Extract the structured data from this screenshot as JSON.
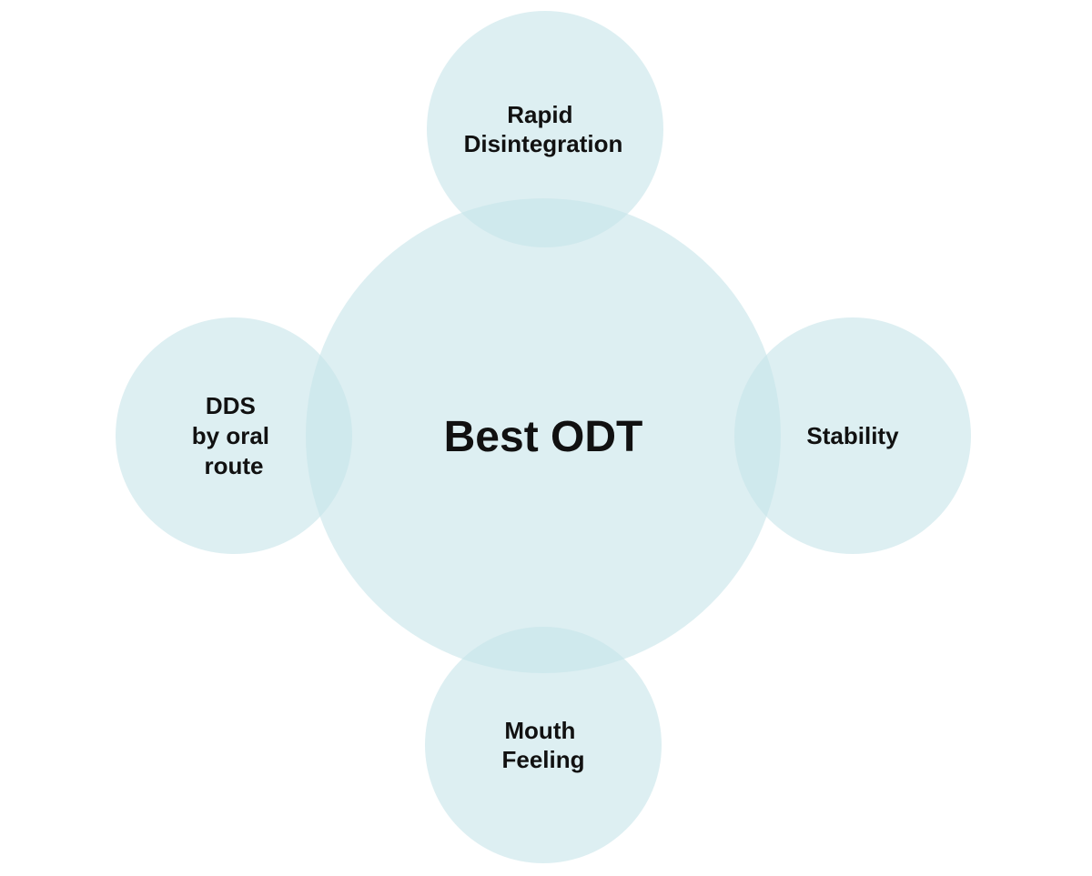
{
  "diagram": {
    "fill_color": "#c6e5e9",
    "text_color": "#111111",
    "center": {
      "lines": [
        "Best ODT"
      ]
    },
    "satellites": [
      {
        "id": "top",
        "lines": [
          "Rapid",
          "Disintegration"
        ]
      },
      {
        "id": "left",
        "lines": [
          "DDS",
          "by oral",
          "route"
        ]
      },
      {
        "id": "right",
        "lines": [
          "Stability"
        ]
      },
      {
        "id": "bottom",
        "lines": [
          "Mouth",
          "Feeling"
        ]
      }
    ]
  }
}
